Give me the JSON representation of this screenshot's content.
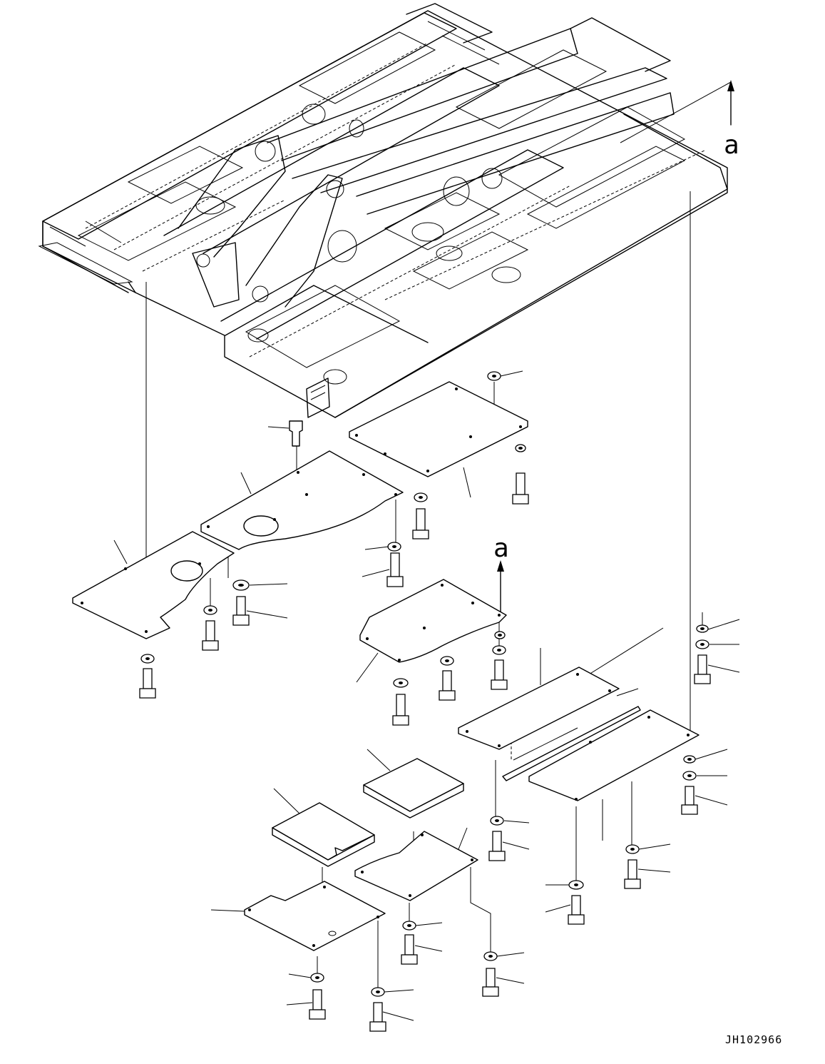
{
  "view_labels": {
    "upper": "a",
    "lower": "a"
  },
  "drawing_code": "JH102966"
}
